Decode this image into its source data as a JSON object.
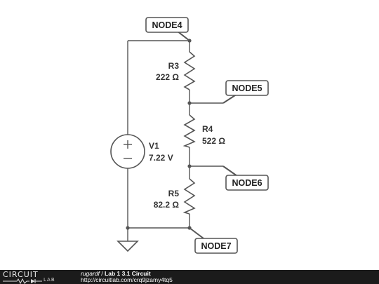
{
  "circuit": {
    "source": {
      "name": "V1",
      "value": "7.22 V"
    },
    "resistors": [
      {
        "name": "R3",
        "value": "222 Ω"
      },
      {
        "name": "R4",
        "value": "522 Ω"
      },
      {
        "name": "R5",
        "value": "82.2 Ω"
      }
    ],
    "nodes": [
      "NODE4",
      "NODE5",
      "NODE6",
      "NODE7"
    ]
  },
  "footer": {
    "logo_top": "CIRCUIT",
    "logo_bottom": "LAB",
    "author": "rugardf",
    "separator": " / ",
    "title": "Lab 1 3.1 Circuit",
    "url": "http://circuitlab.com/crq9jzamy4tq5"
  },
  "colors": {
    "wire": "#555555",
    "footer_bg": "#1b1b1b"
  }
}
